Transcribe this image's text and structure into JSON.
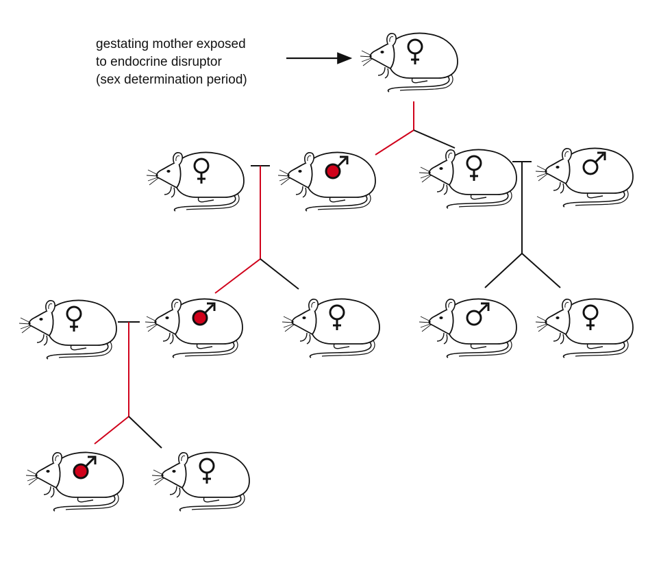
{
  "caption": {
    "lines": [
      "gestating mother exposed",
      "to endocrine disruptor",
      "(sex determination period)"
    ]
  },
  "colors": {
    "affected": "#d0021b",
    "line": "#111111",
    "background": "#ffffff"
  },
  "legend_semantics": {
    "female_symbol": "♀",
    "male_symbol": "♂",
    "red_line": "inheritance of the exposure effect through the male germline",
    "red_filled_circle": "affected male"
  },
  "mice": [
    {
      "id": "g0-mother",
      "sex": "female",
      "affected": false
    },
    {
      "id": "f1-female-mate",
      "sex": "female",
      "affected": false
    },
    {
      "id": "f1-male-affected",
      "sex": "male",
      "affected": true
    },
    {
      "id": "f1-female",
      "sex": "female",
      "affected": false
    },
    {
      "id": "f1-male-mate",
      "sex": "male",
      "affected": false
    },
    {
      "id": "f2-female-mate",
      "sex": "female",
      "affected": false
    },
    {
      "id": "f2-male-affected",
      "sex": "male",
      "affected": true
    },
    {
      "id": "f2-female",
      "sex": "female",
      "affected": false
    },
    {
      "id": "f2-male",
      "sex": "male",
      "affected": false
    },
    {
      "id": "f2-female-b",
      "sex": "female",
      "affected": false
    },
    {
      "id": "f3-male-affected",
      "sex": "male",
      "affected": true
    },
    {
      "id": "f3-female",
      "sex": "female",
      "affected": false
    }
  ]
}
